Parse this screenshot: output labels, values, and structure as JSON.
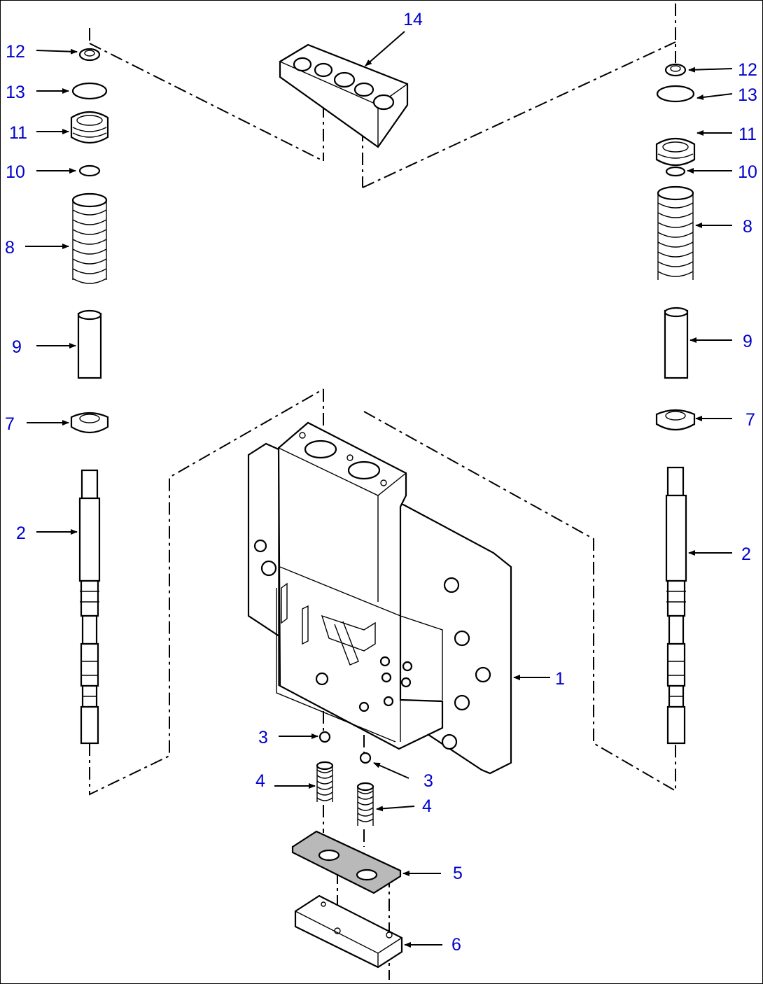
{
  "callouts": [
    {
      "id": "c14",
      "text": "14"
    },
    {
      "id": "c12L",
      "text": "12"
    },
    {
      "id": "c13L",
      "text": "13"
    },
    {
      "id": "c11L",
      "text": "11"
    },
    {
      "id": "c10L",
      "text": "10"
    },
    {
      "id": "c8L",
      "text": "8"
    },
    {
      "id": "c9L",
      "text": "9"
    },
    {
      "id": "c7L",
      "text": "7"
    },
    {
      "id": "c2L",
      "text": "2"
    },
    {
      "id": "c12R",
      "text": "12"
    },
    {
      "id": "c13R",
      "text": "13"
    },
    {
      "id": "c11R",
      "text": "11"
    },
    {
      "id": "c10R",
      "text": "10"
    },
    {
      "id": "c8R",
      "text": "8"
    },
    {
      "id": "c9R",
      "text": "9"
    },
    {
      "id": "c7R",
      "text": "7"
    },
    {
      "id": "c2R",
      "text": "2"
    },
    {
      "id": "c1",
      "text": "1"
    },
    {
      "id": "c3a",
      "text": "3"
    },
    {
      "id": "c3b",
      "text": "3"
    },
    {
      "id": "c4a",
      "text": "4"
    },
    {
      "id": "c4b",
      "text": "4"
    },
    {
      "id": "c5",
      "text": "5"
    },
    {
      "id": "c6",
      "text": "6"
    }
  ],
  "colors": {
    "callout": "#0000cc",
    "line": "#000000",
    "gasket": "#b9b9b9"
  }
}
